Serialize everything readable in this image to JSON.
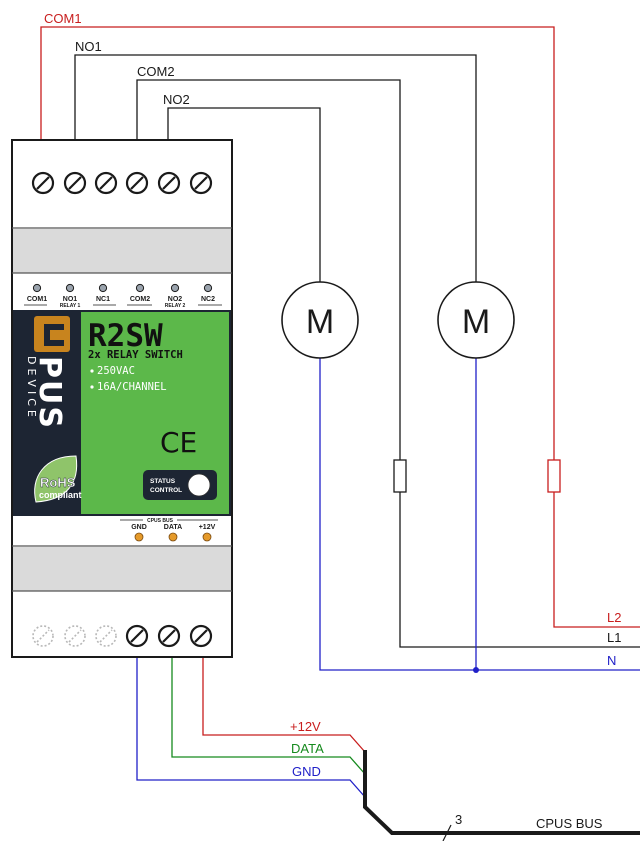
{
  "colors": {
    "red": "#c81e1e",
    "green": "#168a1e",
    "blue": "#2020c8",
    "black": "#1a1a1a",
    "panel_green": "#5cb84a",
    "panel_dark": "#1d2533",
    "logo_orange": "#c8841e",
    "led_orange": "#e59a2a"
  },
  "wires": {
    "com1": "COM1",
    "no1": "NO1",
    "com2": "COM2",
    "no2": "NO2",
    "l2": "L2",
    "l1": "L1",
    "n": "N",
    "p12v": "+12V",
    "data": "DATA",
    "gnd": "GND",
    "bus": "CPUS BUS",
    "bus_count": "3"
  },
  "motors": [
    {
      "label": "M"
    },
    {
      "label": "M"
    }
  ],
  "device": {
    "model": "R2SW",
    "subtitle": "2x RELAY SWITCH",
    "spec_voltage": "250VAC",
    "spec_current": "16A/CHANNEL",
    "brand_letters": "PUS",
    "brand_sub": "DEVICE",
    "ce_mark": "CE",
    "rohs_title": "RoHS",
    "rohs_sub": "compliant",
    "status_line1": "STATUS",
    "status_line2": "CONTROL",
    "top_terminals": [
      "COM1",
      "NO1",
      "NC1",
      "COM2",
      "NO2",
      "NC2"
    ],
    "relay1_label": "RELAY 1",
    "relay2_label": "RELAY 2",
    "bus_group_label": "CPUS BUS",
    "bus_terminals": [
      "GND",
      "DATA",
      "+12V"
    ]
  }
}
